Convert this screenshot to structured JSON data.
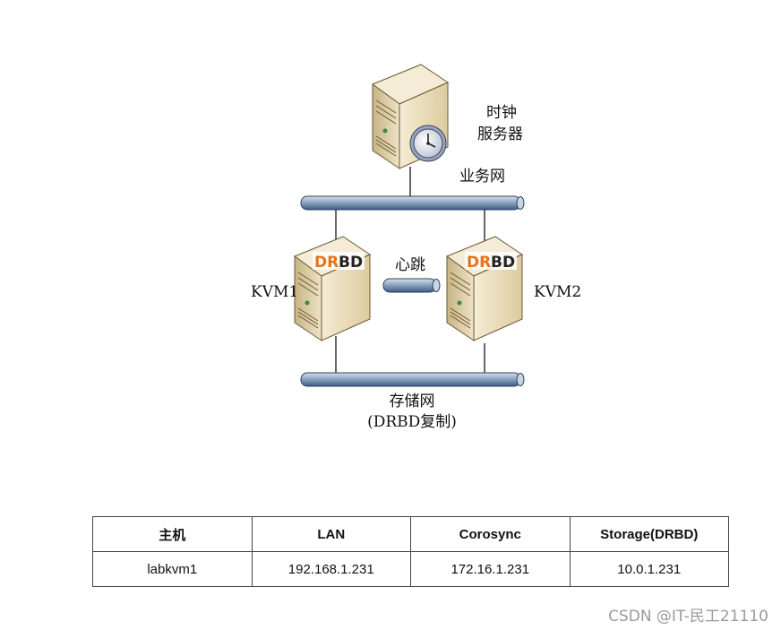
{
  "labels": {
    "time_server": [
      "时钟",
      "服务器"
    ],
    "business_net": "业务网",
    "heartbeat": "心跳",
    "kvm1": "KVM1",
    "kvm2": "KVM2",
    "storage_net": [
      "存储网",
      "(DRBD复制)"
    ],
    "drbd_logo_left": "DR",
    "drbd_logo_right": "BD"
  },
  "table": {
    "headers": [
      "主机",
      "LAN",
      "Corosync",
      "Storage(DRBD)"
    ],
    "rows": [
      [
        "labkvm1",
        "192.168.1.231",
        "172.16.1.231",
        "10.0.1.231"
      ]
    ]
  },
  "watermark": "CSDN @IT-民工21110",
  "colors": {
    "server_body": "#e8dcb8",
    "server_front": "#d6c597",
    "pipe": "#7f96b3",
    "drbd_orange": "#e8731a",
    "line": "#000000"
  },
  "icons": {
    "time_server": "clock-server-icon",
    "kvm": "drbd-server-icon"
  }
}
